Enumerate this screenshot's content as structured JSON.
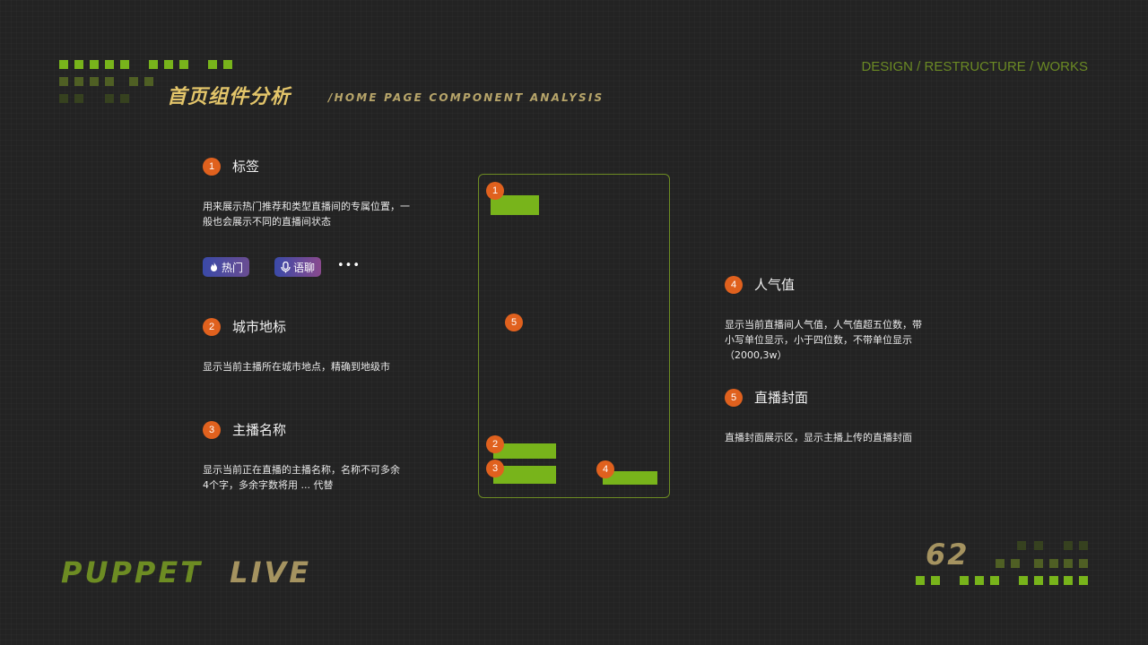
{
  "header": {
    "title_cn": "首页组件分析",
    "title_en": "/HOME PAGE COMPONENT ANALYSIS",
    "top_right": "DESIGN / RESTRUCTURE / WORKS"
  },
  "sections": [
    {
      "num": "1",
      "title": "标签",
      "desc": "用来展示热门推荐和类型直播间的专属位置，一般也会展示不同的直播间状态"
    },
    {
      "num": "2",
      "title": "城市地标",
      "desc": "显示当前主播所在城市地点，精确到地级市"
    },
    {
      "num": "3",
      "title": "主播名称",
      "desc": "显示当前正在直播的主播名称，名称不可多余4个字，多余字数将用 ... 代替"
    },
    {
      "num": "4",
      "title": "人气值",
      "desc": "显示当前直播间人气值，人气值超五位数，带小写单位显示，小于四位数，不带单位显示（2000,3w）"
    },
    {
      "num": "5",
      "title": "直播封面",
      "desc": "直播封面展示区，显示主播上传的直播封面"
    }
  ],
  "tags": {
    "hot": "热门",
    "voice": "语聊",
    "more": "•••"
  },
  "mockup": {
    "badges": [
      "1",
      "5",
      "2",
      "3",
      "4"
    ]
  },
  "footer": {
    "brand_a": "PUPPET",
    "brand_b": "LIVE",
    "page_number": "62"
  },
  "colors": {
    "background": "#232323",
    "accent_green": "#78b41b",
    "badge_orange": "#e0611e",
    "title_gold": "#e3c56a"
  }
}
